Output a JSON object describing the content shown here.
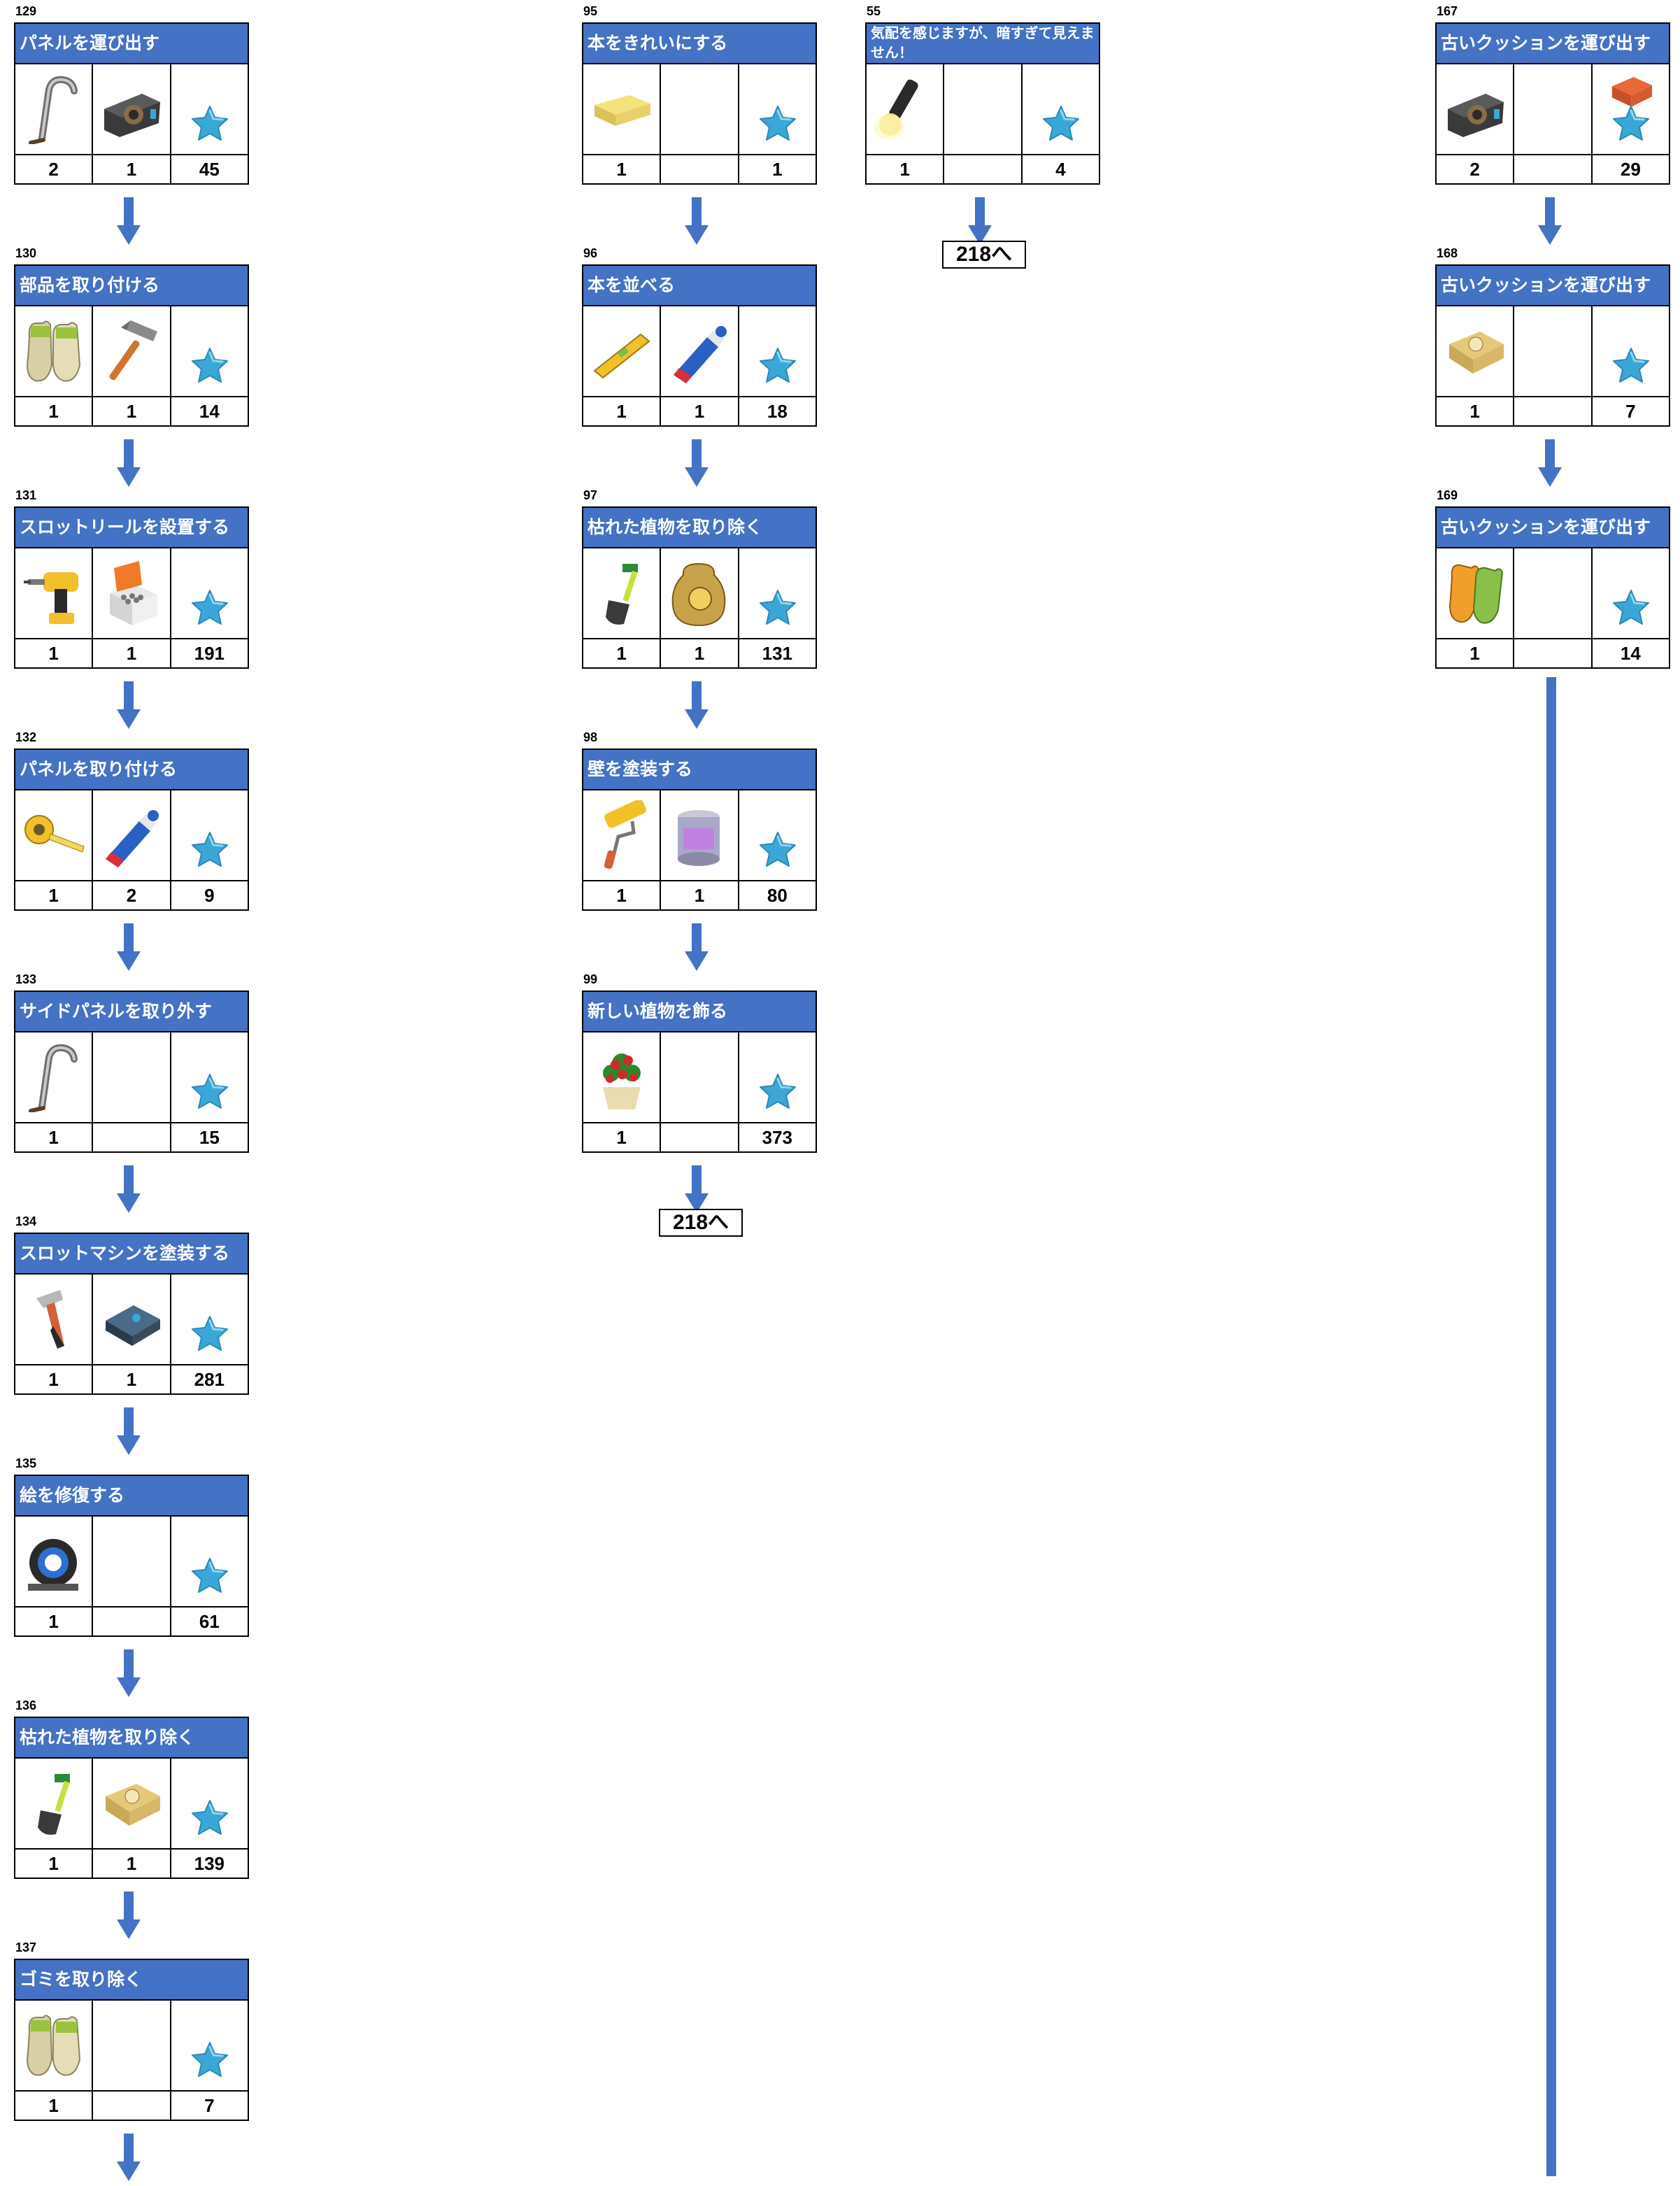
{
  "columns": [
    {
      "cards": [
        {
          "num": "129",
          "title": "パネルを運び出す",
          "items": [
            {
              "icon": "crowbar-icon",
              "count": "2"
            },
            {
              "icon": "tape-dispenser-icon",
              "count": "1"
            }
          ],
          "stars": "45"
        },
        {
          "num": "130",
          "title": "部品を取り付ける",
          "items": [
            {
              "icon": "work-gloves-icon",
              "count": "1"
            },
            {
              "icon": "hammer-icon",
              "count": "1"
            }
          ],
          "stars": "14"
        },
        {
          "num": "131",
          "title": "スロットリールを設置する",
          "items": [
            {
              "icon": "power-drill-icon",
              "count": "1"
            },
            {
              "icon": "screw-box-icon",
              "count": "1"
            }
          ],
          "stars": "191"
        },
        {
          "num": "132",
          "title": "パネルを取り付ける",
          "items": [
            {
              "icon": "tape-measure-icon",
              "count": "1"
            },
            {
              "icon": "glue-tube-icon",
              "count": "2"
            }
          ],
          "stars": "9"
        },
        {
          "num": "133",
          "title": "サイドパネルを取り外す",
          "items": [
            {
              "icon": "crowbar-icon",
              "count": "1"
            },
            {
              "icon": "",
              "count": ""
            }
          ],
          "stars": "15"
        },
        {
          "num": "134",
          "title": "スロットマシンを塗装する",
          "items": [
            {
              "icon": "paint-scraper-icon",
              "count": "1"
            },
            {
              "icon": "sander-icon",
              "count": "1"
            }
          ],
          "stars": "281"
        },
        {
          "num": "135",
          "title": "絵を修復する",
          "items": [
            {
              "icon": "tape-roll-icon",
              "count": "1"
            },
            {
              "icon": "",
              "count": ""
            }
          ],
          "stars": "61"
        },
        {
          "num": "136",
          "title": "枯れた植物を取り除く",
          "items": [
            {
              "icon": "shovel-icon",
              "count": "1"
            },
            {
              "icon": "fertilizer-bag-icon",
              "count": "1"
            }
          ],
          "stars": "139"
        },
        {
          "num": "137",
          "title": "ゴミを取り除く",
          "items": [
            {
              "icon": "work-gloves-icon",
              "count": "1"
            },
            {
              "icon": "",
              "count": ""
            }
          ],
          "stars": "7"
        }
      ]
    },
    {
      "cards": [
        {
          "num": "95",
          "title": "本をきれいにする",
          "items": [
            {
              "icon": "sponge-icon",
              "count": "1"
            },
            {
              "icon": "",
              "count": ""
            }
          ],
          "stars": "1"
        },
        {
          "num": "96",
          "title": "本を並べる",
          "items": [
            {
              "icon": "level-tool-icon",
              "count": "1"
            },
            {
              "icon": "glue-tube-icon",
              "count": "1"
            }
          ],
          "stars": "18"
        },
        {
          "num": "97",
          "title": "枯れた植物を取り除く",
          "items": [
            {
              "icon": "shovel-icon",
              "count": "1"
            },
            {
              "icon": "seed-bag-icon",
              "count": "1"
            }
          ],
          "stars": "131"
        },
        {
          "num": "98",
          "title": "壁を塗装する",
          "items": [
            {
              "icon": "paint-roller-icon",
              "count": "1"
            },
            {
              "icon": "paint-can-icon",
              "count": "1"
            }
          ],
          "stars": "80"
        },
        {
          "num": "99",
          "title": "新しい植物を飾る",
          "items": [
            {
              "icon": "flower-pot-icon",
              "count": "1"
            },
            {
              "icon": "",
              "count": ""
            }
          ],
          "stars": "373"
        }
      ],
      "ref": "218へ"
    },
    {
      "cards": [
        {
          "num": "55",
          "title": "気配を感じますが、暗すぎて見えません！",
          "items": [
            {
              "icon": "flashlight-icon",
              "count": "1"
            },
            {
              "icon": "",
              "count": ""
            }
          ],
          "stars": "4"
        }
      ],
      "ref": "218へ"
    },
    {
      "cards": [
        {
          "num": "167",
          "title": "古いクッションを運び出す",
          "items": [
            {
              "icon": "tape-dispenser-icon",
              "count": "2"
            },
            {
              "icon": "",
              "count": ""
            }
          ],
          "stars": "29",
          "extra_icon": "toolbox-icon"
        },
        {
          "num": "168",
          "title": "古いクッションを運び出す",
          "items": [
            {
              "icon": "fertilizer-bag-icon",
              "count": "1"
            },
            {
              "icon": "",
              "count": ""
            }
          ],
          "stars": "7"
        },
        {
          "num": "169",
          "title": "古いクッションを運び出す",
          "items": [
            {
              "icon": "rubber-gloves-icon",
              "count": "1"
            },
            {
              "icon": "",
              "count": ""
            }
          ],
          "stars": "14"
        }
      ]
    }
  ],
  "colors": {
    "header": "#4472c4",
    "arrow": "#4472c4",
    "star": "#3aa7d8"
  }
}
